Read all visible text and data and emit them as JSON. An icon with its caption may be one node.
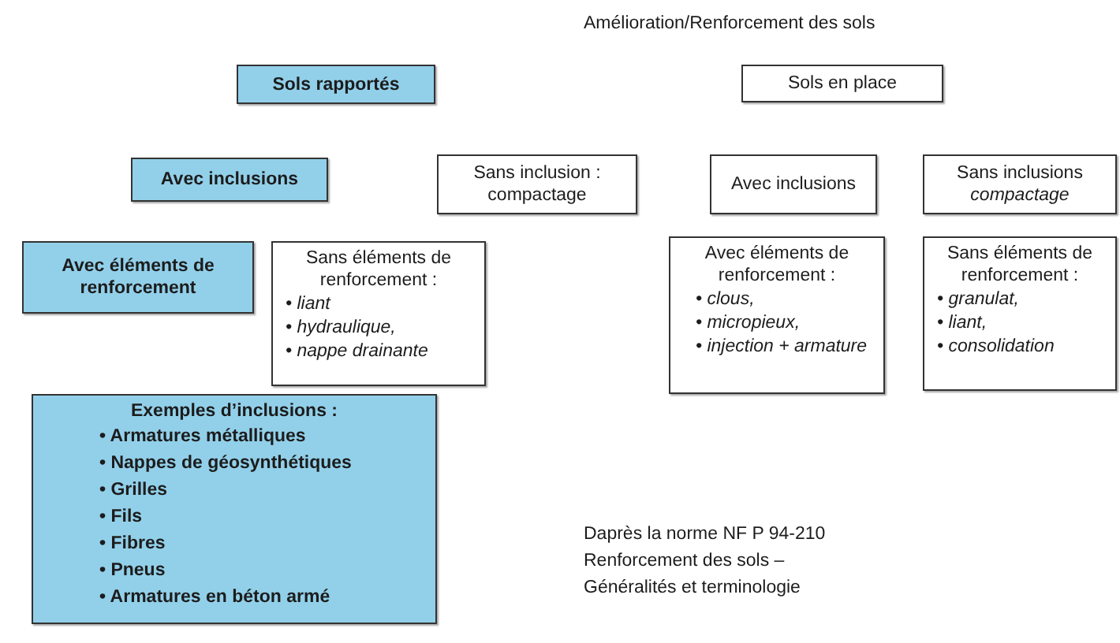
{
  "diagram": {
    "title": "Amélioration/Renforcement des sols",
    "nodes": [
      {
        "text": [
          "Sols rapportés"
        ]
      },
      {
        "text": [
          "Sols en place"
        ]
      },
      {
        "text": [
          "Avec inclusions"
        ]
      },
      {
        "text": [
          "Sans inclusion : compactage"
        ]
      },
      {
        "text": [
          "Avec inclusions"
        ]
      },
      {
        "text": [
          "Sans inclusions",
          "compactage"
        ]
      },
      {
        "text": [
          "Avec éléments de renforcement"
        ]
      },
      {
        "text": [
          "Sans éléments de renforcement :",
          "• liant",
          "• hydraulique,",
          "• nappe drainante"
        ]
      },
      {
        "text": [
          "Avec éléments de renforcement :",
          "• clous,",
          "• micropieux,",
          "• injection + armature"
        ]
      },
      {
        "text": [
          "Sans éléments de renforcement :",
          "• granulat,",
          "• liant,",
          "• consolidation"
        ]
      },
      {
        "text": [
          "Exemples d’inclusions :",
          "• Armatures métalliques",
          "• Nappes de géosynthétiques",
          "• Grilles",
          "• Fils",
          "• Fibres",
          "• Pneus",
          "• Armatures en béton armé"
        ]
      }
    ],
    "labels": [
      "Daprès la norme NF P 94-210",
      "Renforcement des sols –",
      "Généralités et terminologie"
    ]
  }
}
